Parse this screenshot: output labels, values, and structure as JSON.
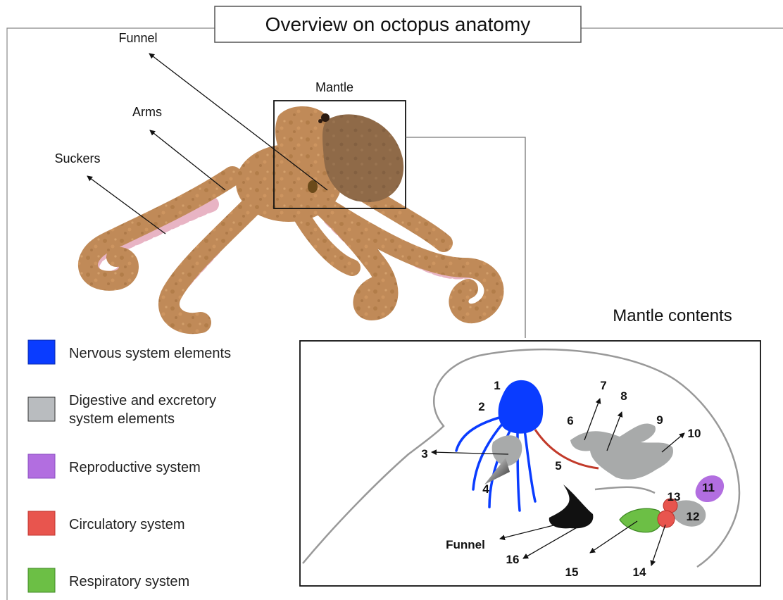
{
  "title": "Overview on octopus anatomy",
  "body_labels": {
    "funnel": "Funnel",
    "mantle": "Mantle",
    "arms": "Arms",
    "suckers": "Suckers"
  },
  "mantle_contents": {
    "heading": "Mantle contents",
    "funnel_label": "Funnel",
    "numbers": [
      "1",
      "2",
      "3",
      "4",
      "5",
      "6",
      "7",
      "8",
      "9",
      "10",
      "11",
      "12",
      "13",
      "14",
      "15",
      "16"
    ]
  },
  "legend": [
    {
      "label_lines": [
        "Nervous system elements"
      ],
      "color": "#0a3cff"
    },
    {
      "label_lines": [
        "Digestive and excretory",
        "system elements"
      ],
      "color": "#b9bcbf"
    },
    {
      "label_lines": [
        "Reproductive system"
      ],
      "color": "#b26ee0"
    },
    {
      "label_lines": [
        "Circulatory system"
      ],
      "color": "#e8554e"
    },
    {
      "label_lines": [
        "Respiratory system"
      ],
      "color": "#6cbf45"
    }
  ],
  "colors": {
    "octopus_skin": "#c08a58",
    "mantle_dark": "#8f6a48",
    "sucker": "#e8b4c4",
    "nerve_blue": "#0a3cff",
    "digestive_gray": "#a8aaaa",
    "circulatory_red": "#e8554e",
    "aorta_red": "#c23a2a",
    "respiratory_green": "#6cbf45",
    "reproductive_purple": "#b26ee0"
  }
}
